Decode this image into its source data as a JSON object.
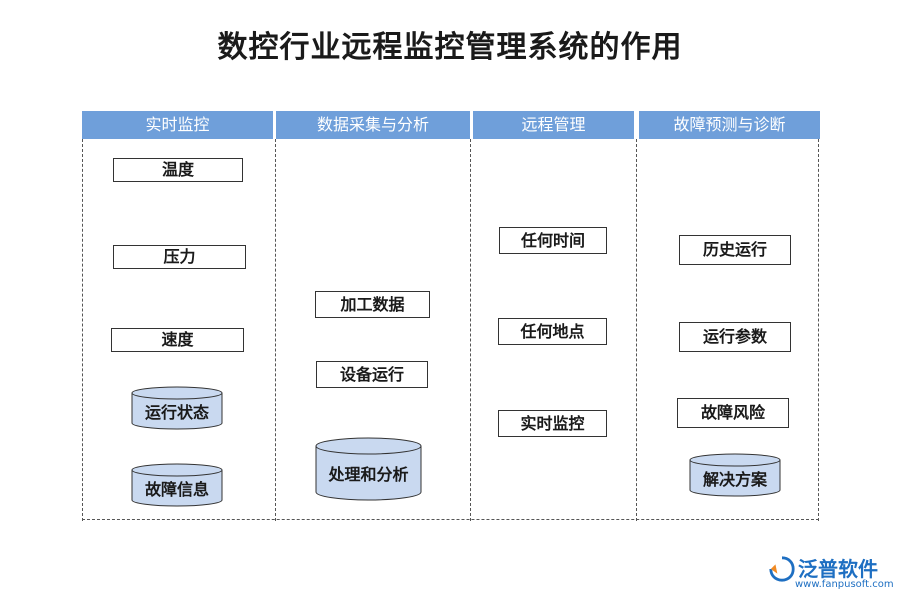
{
  "title": "数控行业远程监控管理系统的作用",
  "columns": [
    {
      "header": "实时监控",
      "items": [
        "温度",
        "压力",
        "速度"
      ],
      "cylinders": [
        "运行状态",
        "故障信息"
      ]
    },
    {
      "header": "数据采集与分析",
      "items": [
        "加工数据",
        "设备运行"
      ],
      "cylinders": [
        "处理和分析"
      ]
    },
    {
      "header": "远程管理",
      "items": [
        "任何时间",
        "任何地点",
        "实时监控"
      ],
      "cylinders": []
    },
    {
      "header": "故障预测与诊断",
      "items": [
        "历史运行",
        "运行参数",
        "故障风险"
      ],
      "cylinders": [
        "解决方案"
      ]
    }
  ],
  "watermark": {
    "name": "泛普软件",
    "url": "www.fanpusoft.com"
  },
  "colors": {
    "header": "#6f9fda",
    "cylinder": "#c9d9f0"
  }
}
